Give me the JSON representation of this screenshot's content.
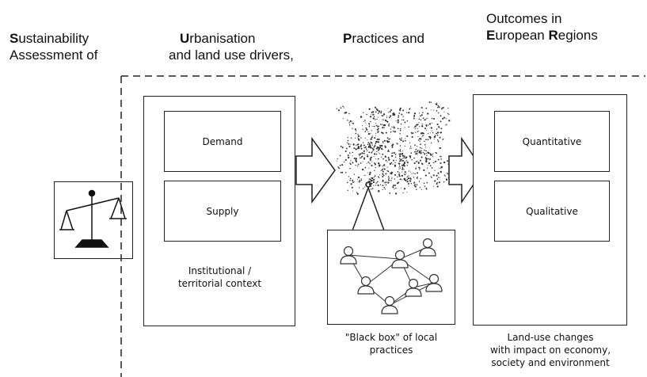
{
  "header": {
    "sustainability": {
      "initial": "S",
      "rest": "ustainability",
      "line2": "Assessment of"
    },
    "urbanisation": {
      "initial": "U",
      "rest": "rbanisation",
      "line2": "and land use drivers,"
    },
    "practices": {
      "initial": "P",
      "rest": "ractices and"
    },
    "outcomes": {
      "line1": "Outcomes in",
      "initial_e": "E",
      "mid": "uropean ",
      "initial_r": "R",
      "rest": "egions"
    }
  },
  "drivers": {
    "demand": "Demand",
    "supply": "Supply",
    "context": "Institutional /\nterritorial context"
  },
  "practices_box": {
    "caption": "\"Black box\" of local\npractices"
  },
  "outcomes_box": {
    "quantitative": "Quantitative",
    "qualitative": "Qualitative",
    "caption": "Land-use changes\nwith impact on economy,\nsociety and environment"
  },
  "icons": [
    "scales-icon",
    "europe-map-dots",
    "people-network-icon",
    "arrow-right-icon"
  ]
}
